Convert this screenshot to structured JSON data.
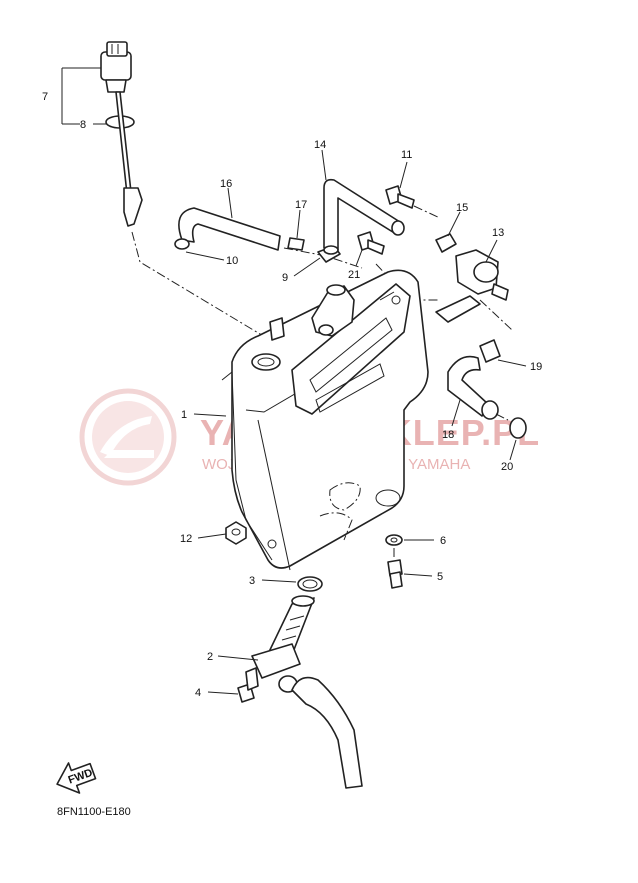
{
  "watermark": {
    "brand": "YAMAHASKLEP.PL",
    "dealer": "WOJCIECHOWICZ | DEALER YAMAHA",
    "color": "#e9b3b3"
  },
  "callouts": {
    "c1": "1",
    "c2": "2",
    "c3": "3",
    "c4": "4",
    "c5": "5",
    "c6": "6",
    "c7": "7",
    "c8": "8",
    "c9": "9",
    "c10": "10",
    "c11": "11",
    "c12": "12",
    "c13": "13",
    "c14": "14",
    "c15": "15",
    "c16": "16",
    "c17": "17",
    "c18": "18",
    "c19": "19",
    "c20": "20",
    "c21": "21"
  },
  "fwd_label": "FWD",
  "diagram_code": "8FN1100-E180"
}
